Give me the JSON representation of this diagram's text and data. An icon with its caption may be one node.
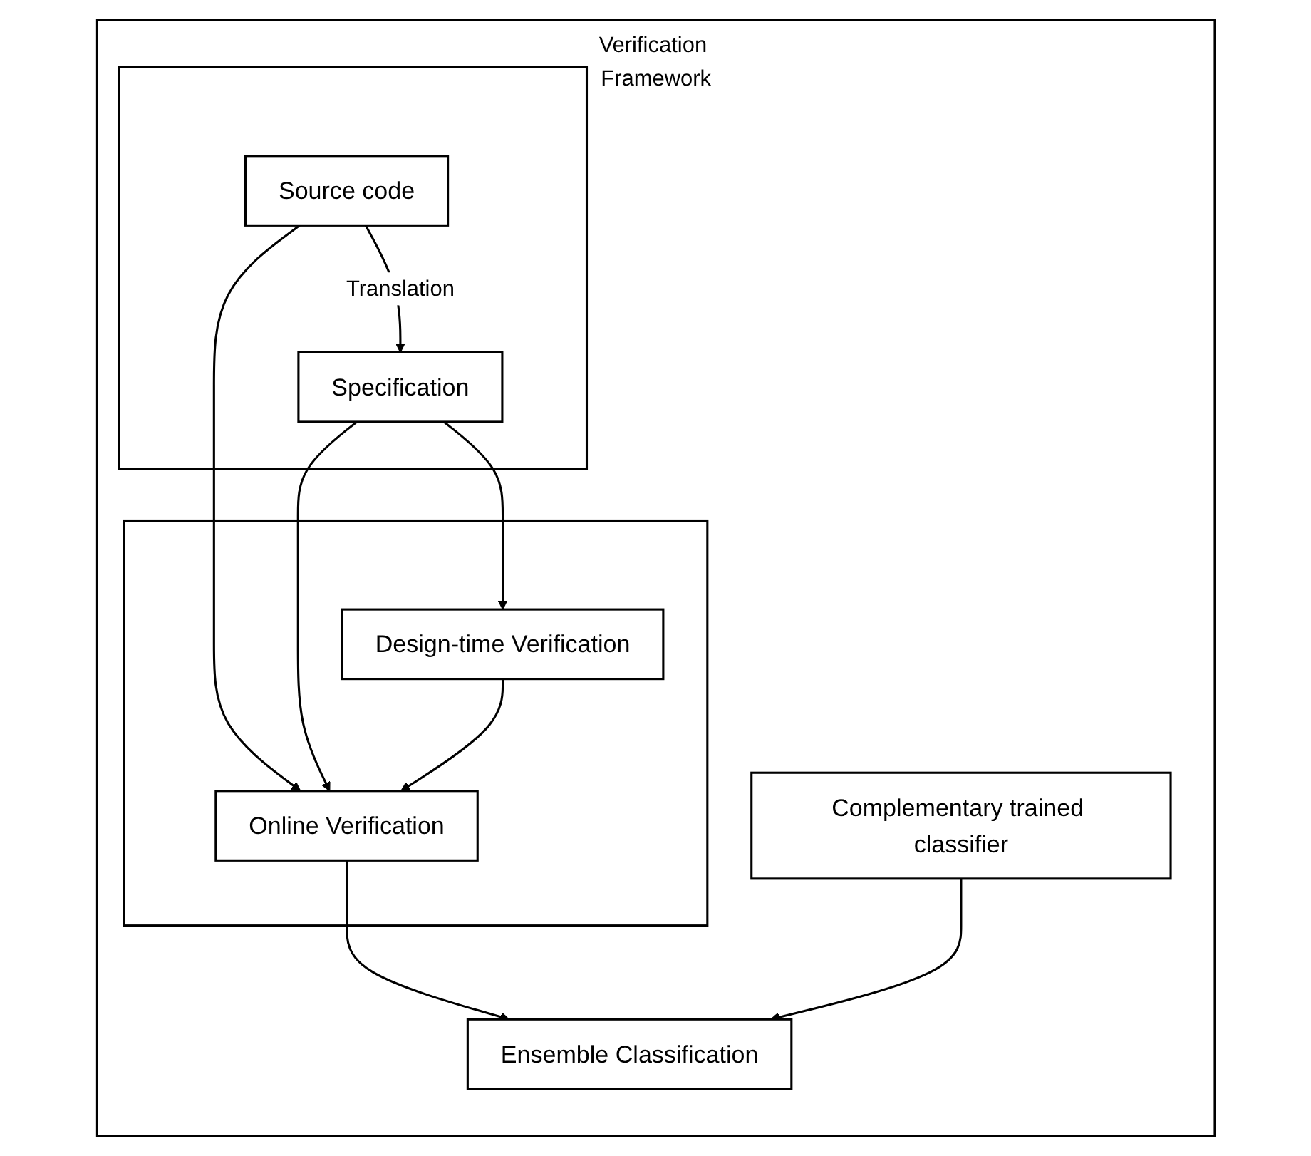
{
  "diagram": {
    "nodes": [
      {
        "text": [
          "Verification Framework"
        ]
      },
      {
        "text": [],
        "shape": "box",
        "in": 0
      },
      {
        "text": [
          "Source code"
        ],
        "in": 1
      },
      {
        "text": [
          "Specification"
        ],
        "in": 1
      },
      {
        "text": [],
        "shape": "box",
        "in": 0
      },
      {
        "text": [
          "Online Verification"
        ],
        "in": 4
      },
      {
        "text": [
          "Design-time Verification"
        ],
        "in": 4
      },
      {
        "text": [
          "Ensemble Classification"
        ],
        "in": 0
      },
      {
        "text": [
          "Complementary trained classifier"
        ],
        "in": 0
      }
    ],
    "edges": [
      {
        "from": 2,
        "to": 3,
        "arrow": "to",
        "label": "Translation"
      },
      {
        "from": 2,
        "to": 5,
        "arrow": "to"
      },
      {
        "from": 3,
        "to": 5,
        "arrow": "to"
      },
      {
        "from": 3,
        "to": 6,
        "arrow": "to"
      },
      {
        "from": 6,
        "to": 5,
        "arrow": "to"
      },
      {
        "from": 5,
        "to": 7,
        "arrow": "to"
      },
      {
        "from": 8,
        "to": 7,
        "arrow": "to"
      }
    ]
  }
}
